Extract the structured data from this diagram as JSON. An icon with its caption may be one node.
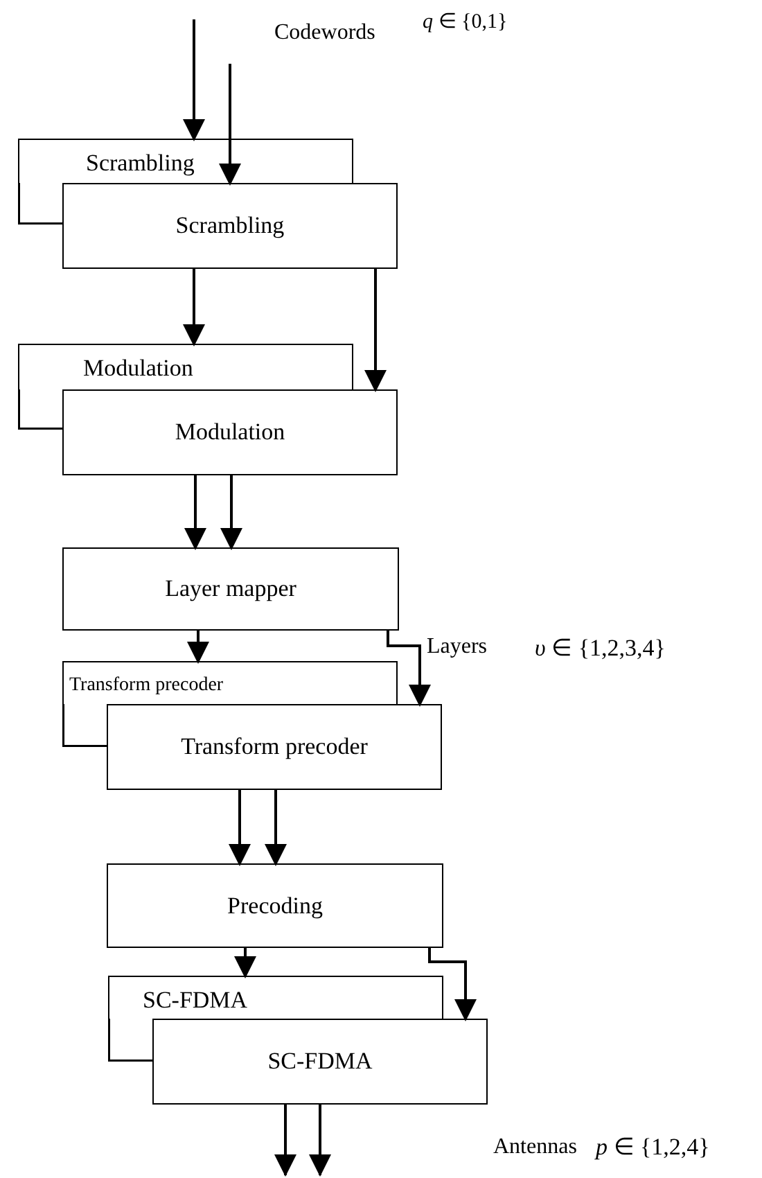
{
  "diagram": {
    "nodes": [
      {
        "text": [
          "Scrambling"
        ]
      },
      {
        "text": [
          "Scrambling"
        ]
      },
      {
        "text": [
          "Modulation"
        ]
      },
      {
        "text": [
          "Modulation"
        ]
      },
      {
        "text": [
          "Layer mapper"
        ]
      },
      {
        "text": [
          "Transform precoder"
        ]
      },
      {
        "text": [
          "Transform precoder"
        ]
      },
      {
        "text": [
          "Precoding"
        ]
      },
      {
        "text": [
          "SC-FDMA"
        ]
      },
      {
        "text": [
          "SC-FDMA"
        ]
      }
    ],
    "edges": [
      {
        "from": null,
        "to": 0,
        "arrow": "to"
      },
      {
        "from": null,
        "to": 1,
        "arrow": "to"
      },
      {
        "from": 1,
        "to": 2,
        "arrow": "to"
      },
      {
        "from": 1,
        "to": 3,
        "arrow": "to"
      },
      {
        "from": 3,
        "to": 4,
        "arrow": "to"
      },
      {
        "from": 3,
        "to": 4,
        "arrow": "to"
      },
      {
        "from": 4,
        "to": 5,
        "arrow": "to"
      },
      {
        "from": 4,
        "to": 6,
        "arrow": "to"
      },
      {
        "from": 6,
        "to": 7,
        "arrow": "to"
      },
      {
        "from": 6,
        "to": 7,
        "arrow": "to"
      },
      {
        "from": 7,
        "to": 8,
        "arrow": "to"
      },
      {
        "from": 7,
        "to": 9,
        "arrow": "to"
      },
      {
        "from": 9,
        "to": null,
        "arrow": "to"
      },
      {
        "from": 9,
        "to": null,
        "arrow": "to"
      }
    ],
    "labels": [
      "Codewords",
      "*q* ∈ {0,1}",
      "Layers",
      "*υ* ∈ {1,2,3,4}",
      "Antennas",
      "*p* ∈ {1,2,4}"
    ]
  }
}
